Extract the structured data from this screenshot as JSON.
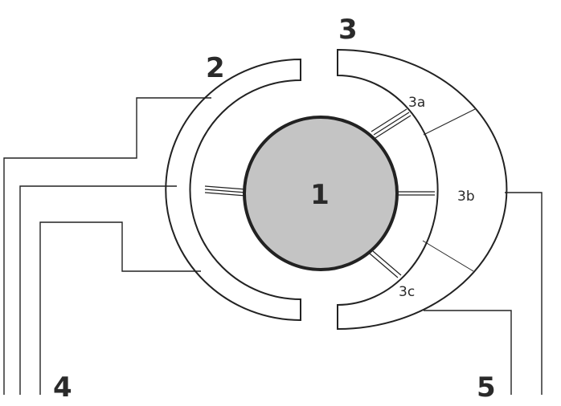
{
  "diagram": {
    "labels": {
      "core": "1",
      "inner_arc": "2",
      "outer_arc": "3",
      "segment_a": "3a",
      "segment_b": "3b",
      "segment_c": "3c",
      "left_leads": "4",
      "right_leads": "5"
    },
    "colors": {
      "core_fill": "#c4c4c4",
      "stroke": "#222222",
      "background": "#ffffff"
    }
  }
}
